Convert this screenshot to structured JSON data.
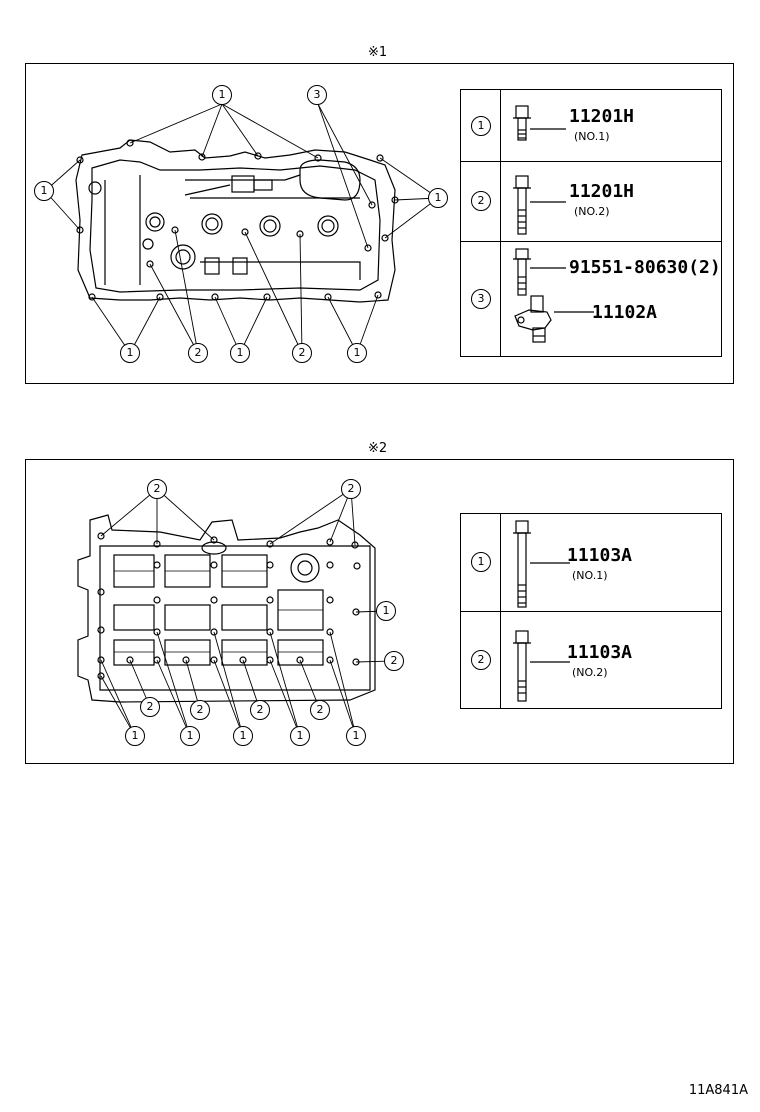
{
  "section1": {
    "mark": "※1",
    "callouts": [
      "1",
      "1",
      "1",
      "1",
      "1",
      "1",
      "2",
      "2",
      "3"
    ],
    "legend": [
      {
        "num": "1",
        "part": "11201H",
        "sub": "(NO.1)"
      },
      {
        "num": "2",
        "part": "11201H",
        "sub": "(NO.2)"
      },
      {
        "num": "3",
        "part": "91551-80630(2)",
        "part2": "11102A"
      }
    ]
  },
  "section2": {
    "mark": "※2",
    "legend": [
      {
        "num": "1",
        "part": "11103A",
        "sub": "(NO.1)"
      },
      {
        "num": "2",
        "part": "11103A",
        "sub": "(NO.2)"
      }
    ]
  },
  "footer": {
    "code": "11A841A"
  },
  "icons": [
    "bolt-icon",
    "sensor-icon",
    "callout-circle-icon"
  ]
}
